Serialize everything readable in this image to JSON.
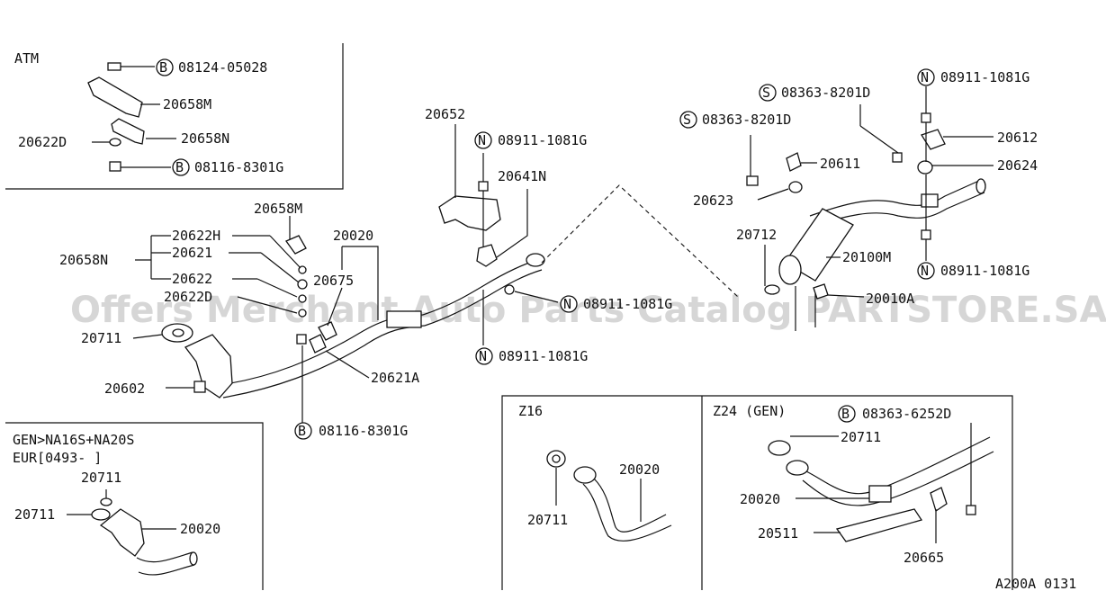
{
  "watermark": "Offers Merchant Auto Parts Catalog PARTSTORE.SA",
  "figure_code": "A200A 0131",
  "boxes": {
    "atm": {
      "title": "ATM"
    },
    "gen": {
      "title1": "GEN>NA16S+NA20S",
      "title2": "EUR[0493-      ]"
    },
    "z16": {
      "title": "Z16"
    },
    "z24": {
      "title": "Z24 (GEN)"
    }
  },
  "symbols": {
    "bolt": "B",
    "nut": "N",
    "screw": "S"
  },
  "labels": {
    "atm_b1": "08124-05028",
    "atm_20658m": "20658M",
    "atm_20622d": "20622D",
    "atm_20658n": "20658N",
    "atm_b2": "08116-8301G",
    "m_20658m": "20658M",
    "m_20622h": "20622H",
    "m_20621": "20621",
    "m_20658n": "20658N",
    "m_20622": "20622",
    "m_20622d": "20622D",
    "m_20020": "20020",
    "m_20675": "20675",
    "m_20711": "20711",
    "m_20602": "20602",
    "m_20621a": "20621A",
    "m_b": "08116-8301G",
    "m_20652": "20652",
    "m_n1": "08911-1081G",
    "m_20641n": "20641N",
    "m_n2": "08911-1081G",
    "m_n3": "08911-1081G",
    "r_s1": "08363-8201D",
    "r_s2": "08363-8201D",
    "r_n1": "08911-1081G",
    "r_20612": "20612",
    "r_20611": "20611",
    "r_20624": "20624",
    "r_20623": "20623",
    "r_20712": "20712",
    "r_20100m": "20100M",
    "r_n2": "08911-1081G",
    "r_20010a": "20010A",
    "g_20711a": "20711",
    "g_20711b": "20711",
    "g_20020": "20020",
    "z16_20711": "20711",
    "z16_20020": "20020",
    "z24_b": "08363-6252D",
    "z24_20711": "20711",
    "z24_20020": "20020",
    "z24_20511": "20511",
    "z24_20665": "20665"
  }
}
